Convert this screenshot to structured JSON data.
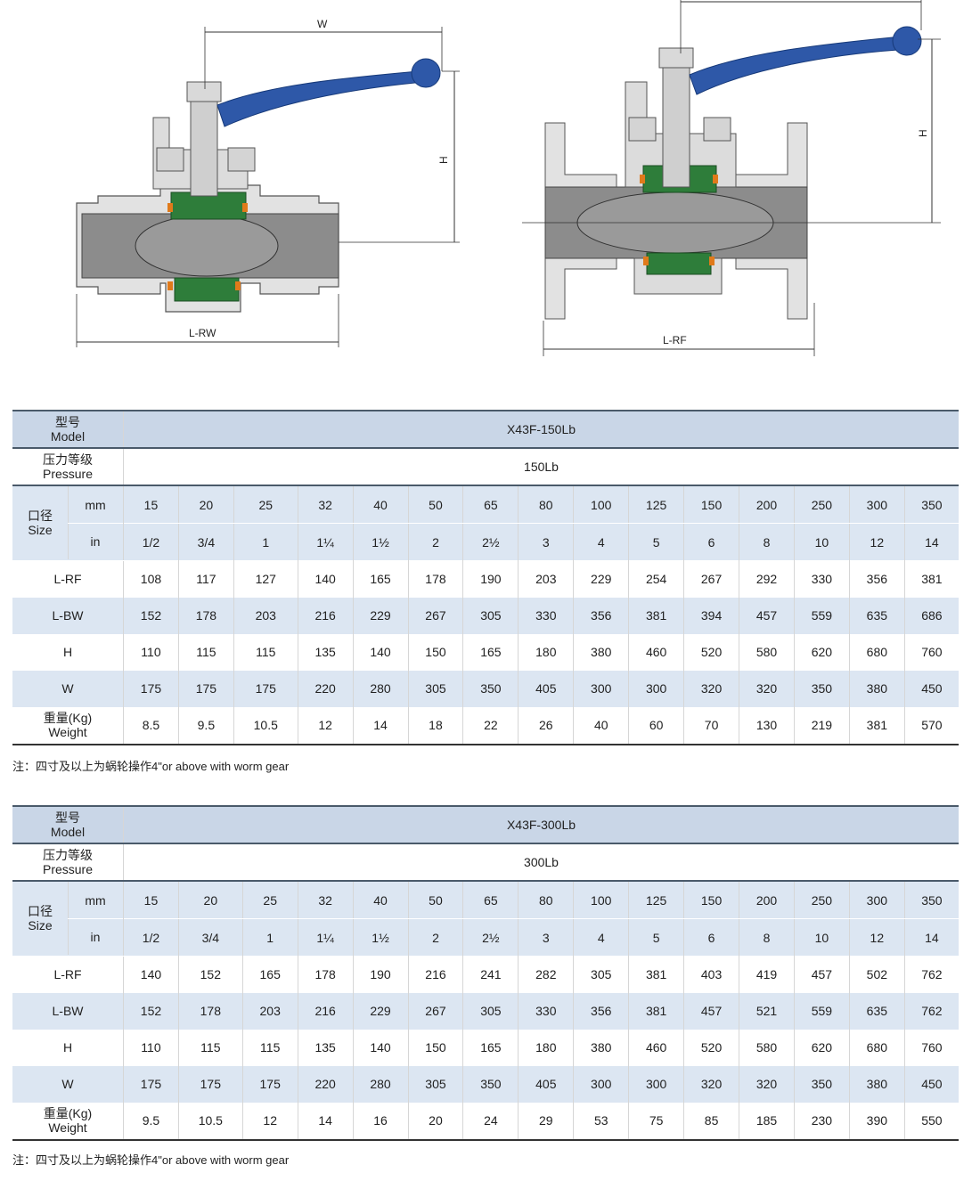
{
  "drawings": {
    "left": {
      "w_label": "W",
      "h_label": "H",
      "l_label": "L-RW"
    },
    "right": {
      "h_label": "H",
      "l_label": "L-RF"
    }
  },
  "colors": {
    "header_bg": "#c9d6e7",
    "stripe_bg": "#dce6f2",
    "rule": "#4a5a6a",
    "handle": "#2e58a8",
    "seat": "#2e7d3a",
    "body": "#8c8c8c"
  },
  "tables": [
    {
      "model_label_cn": "型号",
      "model_label_en": "Model",
      "model": "X43F-150Lb",
      "pressure_label_cn": "压力等级",
      "pressure_label_en": "Pressure",
      "pressure": "150Lb",
      "size_label_cn": "口径",
      "size_label_en": "Size",
      "mm_label": "mm",
      "in_label": "in",
      "mm": [
        "15",
        "20",
        "25",
        "32",
        "40",
        "50",
        "65",
        "80",
        "100",
        "125",
        "150",
        "200",
        "250",
        "300",
        "350"
      ],
      "inch": [
        "1/2",
        "3/4",
        "1",
        "1¼",
        "1½",
        "2",
        "2½",
        "3",
        "4",
        "5",
        "6",
        "8",
        "10",
        "12",
        "14"
      ],
      "rows": [
        {
          "label": "L-RF",
          "values": [
            "108",
            "117",
            "127",
            "140",
            "165",
            "178",
            "190",
            "203",
            "229",
            "254",
            "267",
            "292",
            "330",
            "356",
            "381"
          ]
        },
        {
          "label": "L-BW",
          "values": [
            "152",
            "178",
            "203",
            "216",
            "229",
            "267",
            "305",
            "330",
            "356",
            "381",
            "394",
            "457",
            "559",
            "635",
            "686"
          ]
        },
        {
          "label": "H",
          "values": [
            "110",
            "115",
            "115",
            "135",
            "140",
            "150",
            "165",
            "180",
            "380",
            "460",
            "520",
            "580",
            "620",
            "680",
            "760"
          ]
        },
        {
          "label": "W",
          "values": [
            "175",
            "175",
            "175",
            "220",
            "280",
            "305",
            "350",
            "405",
            "300",
            "300",
            "320",
            "320",
            "350",
            "380",
            "450"
          ]
        }
      ],
      "weight_label_cn": "重量(Kg)",
      "weight_label_en": "Weight",
      "weight": [
        "8.5",
        "9.5",
        "10.5",
        "12",
        "14",
        "18",
        "22",
        "26",
        "40",
        "60",
        "70",
        "130",
        "219",
        "381",
        "570"
      ],
      "note": "注：四寸及以上为蜗轮操作4\"or above with worm gear"
    },
    {
      "model_label_cn": "型号",
      "model_label_en": "Model",
      "model": "X43F-300Lb",
      "pressure_label_cn": "压力等级",
      "pressure_label_en": "Pressure",
      "pressure": "300Lb",
      "size_label_cn": "口径",
      "size_label_en": "Size",
      "mm_label": "mm",
      "in_label": "in",
      "mm": [
        "15",
        "20",
        "25",
        "32",
        "40",
        "50",
        "65",
        "80",
        "100",
        "125",
        "150",
        "200",
        "250",
        "300",
        "350"
      ],
      "inch": [
        "1/2",
        "3/4",
        "1",
        "1¼",
        "1½",
        "2",
        "2½",
        "3",
        "4",
        "5",
        "6",
        "8",
        "10",
        "12",
        "14"
      ],
      "rows": [
        {
          "label": "L-RF",
          "values": [
            "140",
            "152",
            "165",
            "178",
            "190",
            "216",
            "241",
            "282",
            "305",
            "381",
            "403",
            "419",
            "457",
            "502",
            "762"
          ]
        },
        {
          "label": "L-BW",
          "values": [
            "152",
            "178",
            "203",
            "216",
            "229",
            "267",
            "305",
            "330",
            "356",
            "381",
            "457",
            "521",
            "559",
            "635",
            "762"
          ]
        },
        {
          "label": "H",
          "values": [
            "110",
            "115",
            "115",
            "135",
            "140",
            "150",
            "165",
            "180",
            "380",
            "460",
            "520",
            "580",
            "620",
            "680",
            "760"
          ]
        },
        {
          "label": "W",
          "values": [
            "175",
            "175",
            "175",
            "220",
            "280",
            "305",
            "350",
            "405",
            "300",
            "300",
            "320",
            "320",
            "350",
            "380",
            "450"
          ]
        }
      ],
      "weight_label_cn": "重量(Kg)",
      "weight_label_en": "Weight",
      "weight": [
        "9.5",
        "10.5",
        "12",
        "14",
        "16",
        "20",
        "24",
        "29",
        "53",
        "75",
        "85",
        "185",
        "230",
        "390",
        "550"
      ],
      "note": "注：四寸及以上为蜗轮操作4\"or above with worm gear"
    }
  ]
}
